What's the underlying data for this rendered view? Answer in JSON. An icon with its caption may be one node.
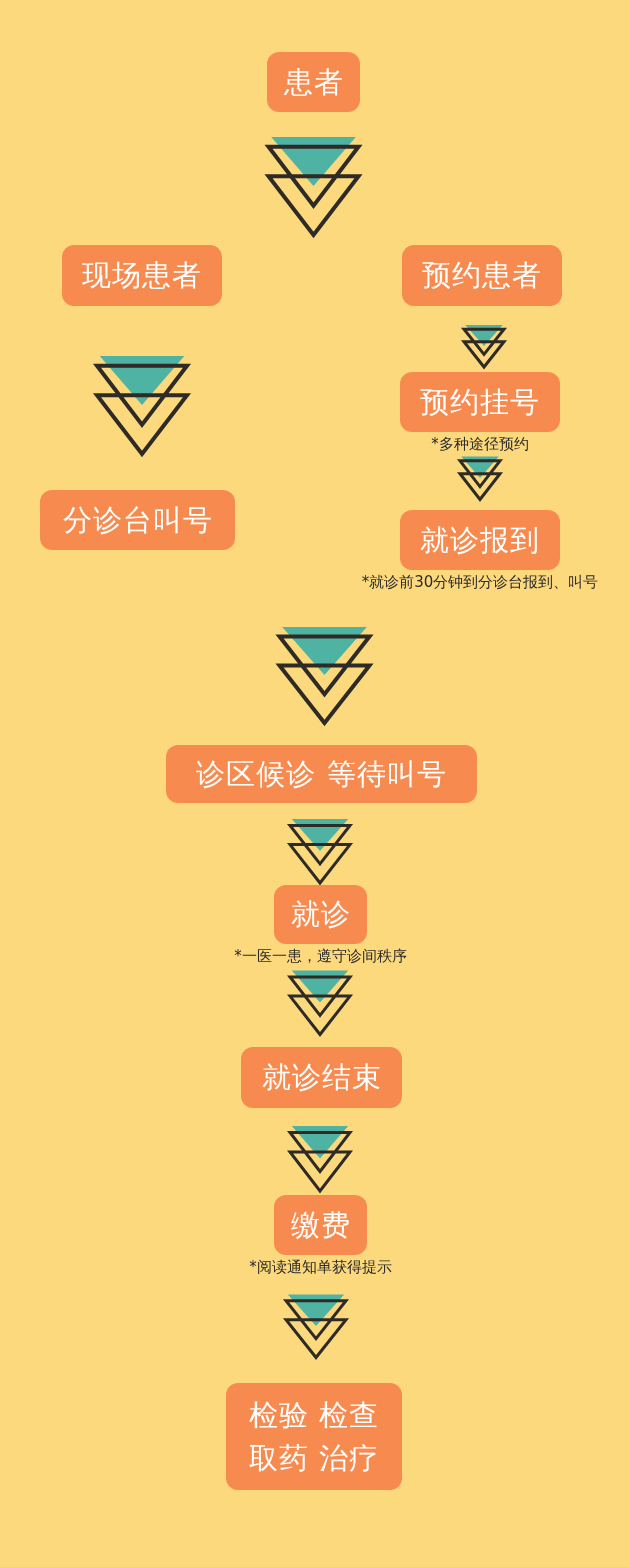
{
  "diagram": {
    "nodes": [
      {
        "text": [
          "患者"
        ]
      },
      {
        "text": [
          "现场患者"
        ]
      },
      {
        "text": [
          "预约患者"
        ]
      },
      {
        "text": [
          "分诊台叫号"
        ]
      },
      {
        "text": [
          "预约挂号"
        ],
        "beside": [
          "*多种途径预约"
        ]
      },
      {
        "text": [
          "就诊报到"
        ],
        "beside": [
          "*就诊前30分钟到分诊台报到、叫号"
        ]
      },
      {
        "text": [
          "诊区候诊 等待叫号"
        ]
      },
      {
        "text": [
          "就诊"
        ],
        "beside": [
          "*一医一患，遵守诊间秩序"
        ]
      },
      {
        "text": [
          "就诊结束"
        ]
      },
      {
        "text": [
          "缴费"
        ],
        "beside": [
          "*阅读通知单获得提示"
        ]
      },
      {
        "text": [
          "检验 检查",
          "取药 治疗"
        ]
      }
    ],
    "edges": [
      {
        "from": 0,
        "to": null,
        "arrow": "to"
      },
      {
        "from": 1,
        "to": 3,
        "arrow": "to"
      },
      {
        "from": 2,
        "to": 4,
        "arrow": "to"
      },
      {
        "from": 4,
        "to": 5,
        "arrow": "to"
      },
      {
        "from": null,
        "to": 6,
        "arrow": "to"
      },
      {
        "from": 6,
        "to": 7,
        "arrow": "to"
      },
      {
        "from": 7,
        "to": 8,
        "arrow": "to"
      },
      {
        "from": 8,
        "to": 9,
        "arrow": "to"
      },
      {
        "from": 9,
        "to": 10,
        "arrow": "to"
      }
    ]
  }
}
